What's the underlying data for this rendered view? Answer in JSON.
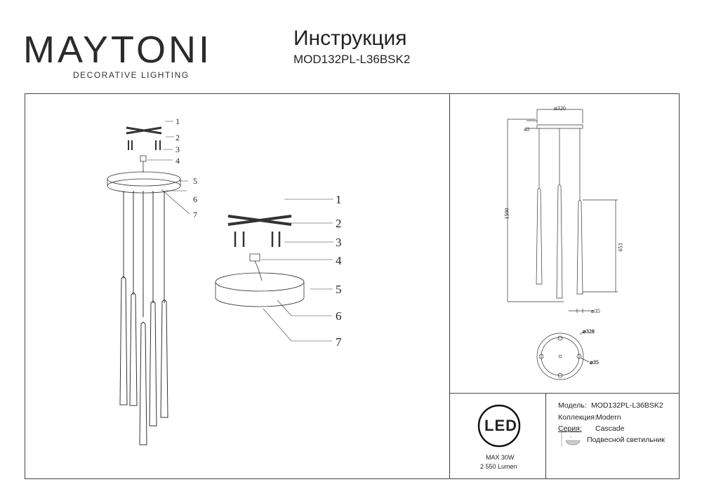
{
  "brand": {
    "name": "MAYTONI",
    "tagline": "DECORATIVE LIGHTING"
  },
  "header": {
    "title": "Инструкция",
    "model": "MOD132PL-L36BSK2"
  },
  "parts": [
    "1",
    "2",
    "3",
    "4",
    "5",
    "6",
    "7"
  ],
  "dimensions": {
    "diameter": "⌀320",
    "canopy_height": "40",
    "total_height": "1500",
    "shade_length": "653",
    "shade_diameter": "⌀35",
    "bottom_diameter": "⌀320",
    "bottom_shade_diameter": "⌀35"
  },
  "spec": {
    "led": "LED",
    "power": "MAX 30W",
    "lumen": "2 550 Lumen"
  },
  "info": {
    "model_label": "Модель:",
    "model_value": "MOD132PL-L36BSK2",
    "collection_label": "Коллекция:",
    "collection_value": "Modern",
    "series_label": "Серия:",
    "series_value": "Cascade",
    "type": "Подвесной светильник"
  }
}
